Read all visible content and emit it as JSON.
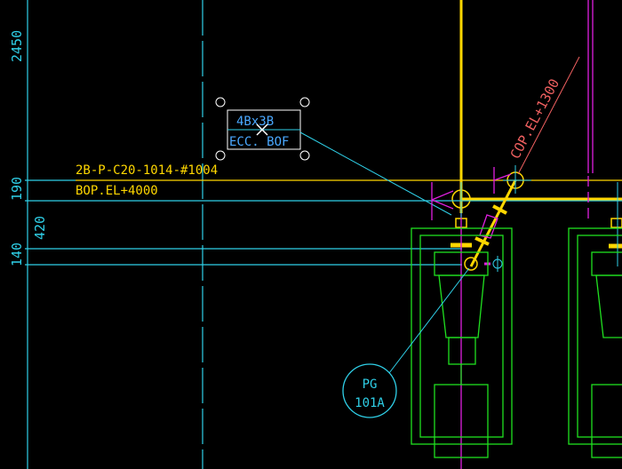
{
  "dimensions": {
    "d2450": "2450",
    "d190": "190",
    "d140": "140",
    "d420": "420"
  },
  "pipe_label": {
    "line_number": "2B-P-C20-1014-#1004",
    "elevation": "BOP.EL+4000"
  },
  "reducer_tag": {
    "size": "4Bx3B",
    "type": "ECC. BOF"
  },
  "cop_label": "COP.EL+1300",
  "instrument_balloon": {
    "type": "PG",
    "number": "101A"
  },
  "colors": {
    "background": "#000000",
    "cyan": "#2fd0e8",
    "yellow": "#ffd700",
    "magenta": "#e020e0",
    "green": "#20e020",
    "coral": "#f06060",
    "white": "#ffffff",
    "blue_text": "#4aa8ff"
  }
}
